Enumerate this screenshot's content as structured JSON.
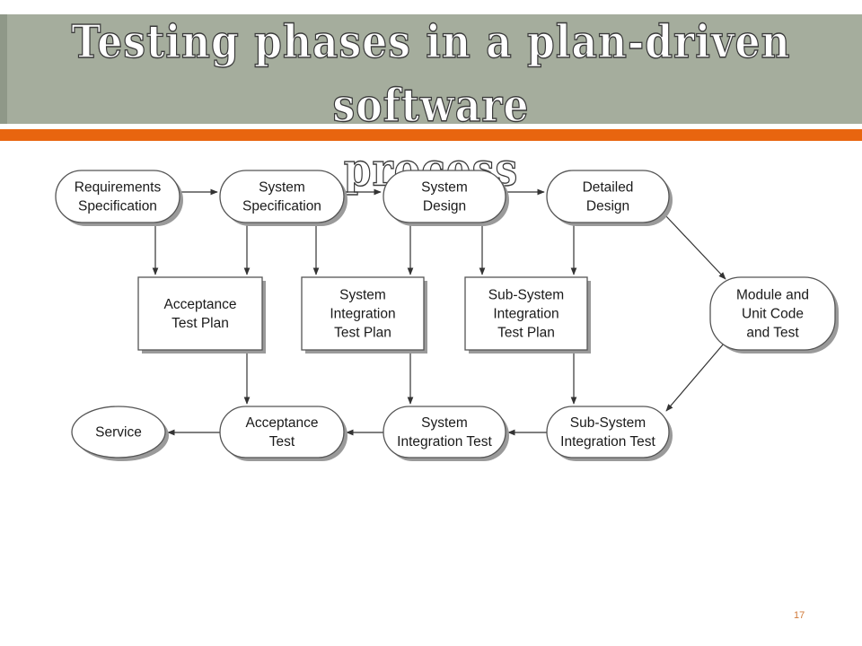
{
  "slide": {
    "title_line1": "Testing phases in a plan-driven software",
    "title_line2": "process",
    "page_number": "17"
  },
  "colors": {
    "title_band": "#a5ad9d",
    "accent": "#e8650f",
    "box_stroke": "#555555",
    "box_shadow": "#9a9a9a",
    "arrow": "#333333"
  },
  "diagram": {
    "nodes": [
      {
        "id": "req",
        "shape": "pill",
        "lines": [
          "Requirements",
          "Specification"
        ]
      },
      {
        "id": "sysspec",
        "shape": "pill",
        "lines": [
          "System",
          "Specification"
        ]
      },
      {
        "id": "sysdes",
        "shape": "pill",
        "lines": [
          "System",
          "Design"
        ]
      },
      {
        "id": "detdes",
        "shape": "pill",
        "lines": [
          "Detailed",
          "Design"
        ]
      },
      {
        "id": "atp",
        "shape": "rect",
        "lines": [
          "Acceptance",
          "Test Plan"
        ]
      },
      {
        "id": "sitp",
        "shape": "rect",
        "lines": [
          "System",
          "Integration",
          "Test Plan"
        ]
      },
      {
        "id": "ssitp",
        "shape": "rect",
        "lines": [
          "Sub-System",
          "Integration",
          "Test Plan"
        ]
      },
      {
        "id": "module",
        "shape": "rounded",
        "lines": [
          "Module and",
          "Unit Code",
          "and Test"
        ]
      },
      {
        "id": "service",
        "shape": "ellipse",
        "lines": [
          "Service"
        ]
      },
      {
        "id": "acctest",
        "shape": "pill",
        "lines": [
          "Acceptance",
          "Test"
        ]
      },
      {
        "id": "sitest",
        "shape": "pill",
        "lines": [
          "System",
          "Integration Test"
        ]
      },
      {
        "id": "ssitest",
        "shape": "pill",
        "lines": [
          "Sub-System",
          "Integration Test"
        ]
      }
    ],
    "edges": [
      {
        "from": "req",
        "to": "sysspec"
      },
      {
        "from": "sysspec",
        "to": "sysdes"
      },
      {
        "from": "sysdes",
        "to": "detdes"
      },
      {
        "from": "req",
        "to": "atp"
      },
      {
        "from": "sysspec",
        "to": "atp"
      },
      {
        "from": "sysspec",
        "to": "sitp"
      },
      {
        "from": "sysdes",
        "to": "sitp"
      },
      {
        "from": "sysdes",
        "to": "ssitp"
      },
      {
        "from": "detdes",
        "to": "ssitp"
      },
      {
        "from": "detdes",
        "to": "module"
      },
      {
        "from": "module",
        "to": "ssitest"
      },
      {
        "from": "atp",
        "to": "acctest"
      },
      {
        "from": "sitp",
        "to": "sitest"
      },
      {
        "from": "ssitp",
        "to": "ssitest"
      },
      {
        "from": "ssitest",
        "to": "sitest"
      },
      {
        "from": "sitest",
        "to": "acctest"
      },
      {
        "from": "acctest",
        "to": "service"
      }
    ]
  }
}
